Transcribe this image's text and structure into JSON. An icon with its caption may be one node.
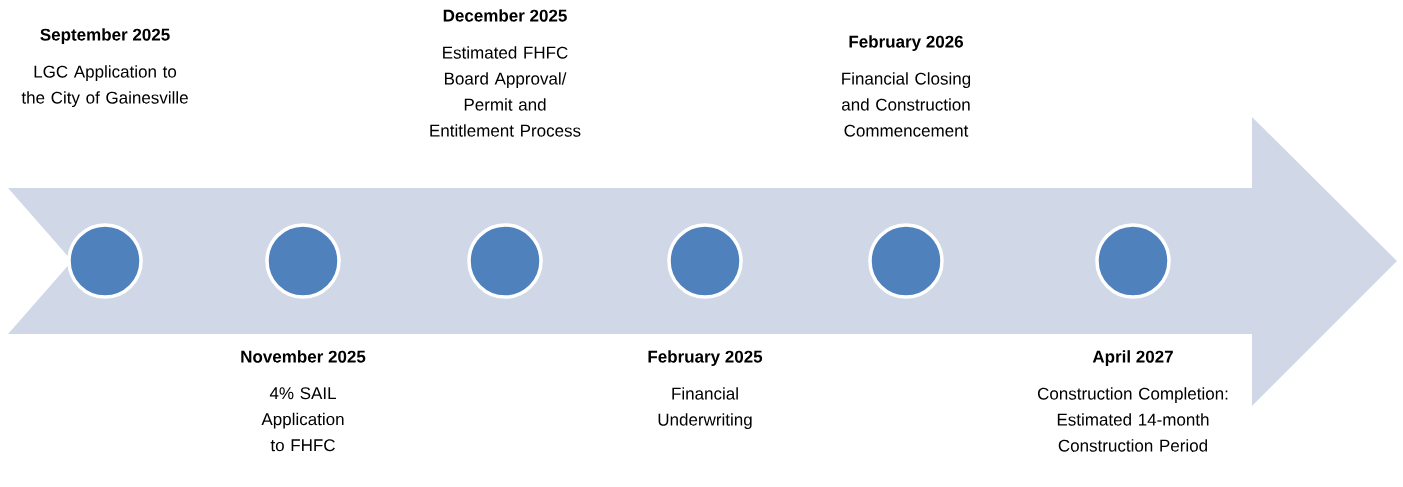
{
  "diagram": {
    "nodes": [
      {
        "text": [],
        "shape": "circle",
        "beside": [
          "September 2025",
          "LGC Application to the City of Gainesville"
        ]
      },
      {
        "text": [],
        "shape": "circle",
        "beside": [
          "November 2025",
          "4% SAIL Application to FHFC"
        ]
      },
      {
        "text": [],
        "shape": "circle",
        "beside": [
          "December 2025",
          "Estimated FHFC Board Approval/ Permit and Entitlement Process"
        ]
      },
      {
        "text": [],
        "shape": "circle",
        "beside": [
          "February 2025",
          "Financial Underwriting"
        ]
      },
      {
        "text": [],
        "shape": "circle",
        "beside": [
          "February 2026",
          "Financial Closing and Construction Commencement"
        ]
      },
      {
        "text": [],
        "shape": "circle",
        "beside": [
          "April 2027",
          "Construction Completion: Estimated 14-month Construction Period"
        ]
      }
    ]
  }
}
